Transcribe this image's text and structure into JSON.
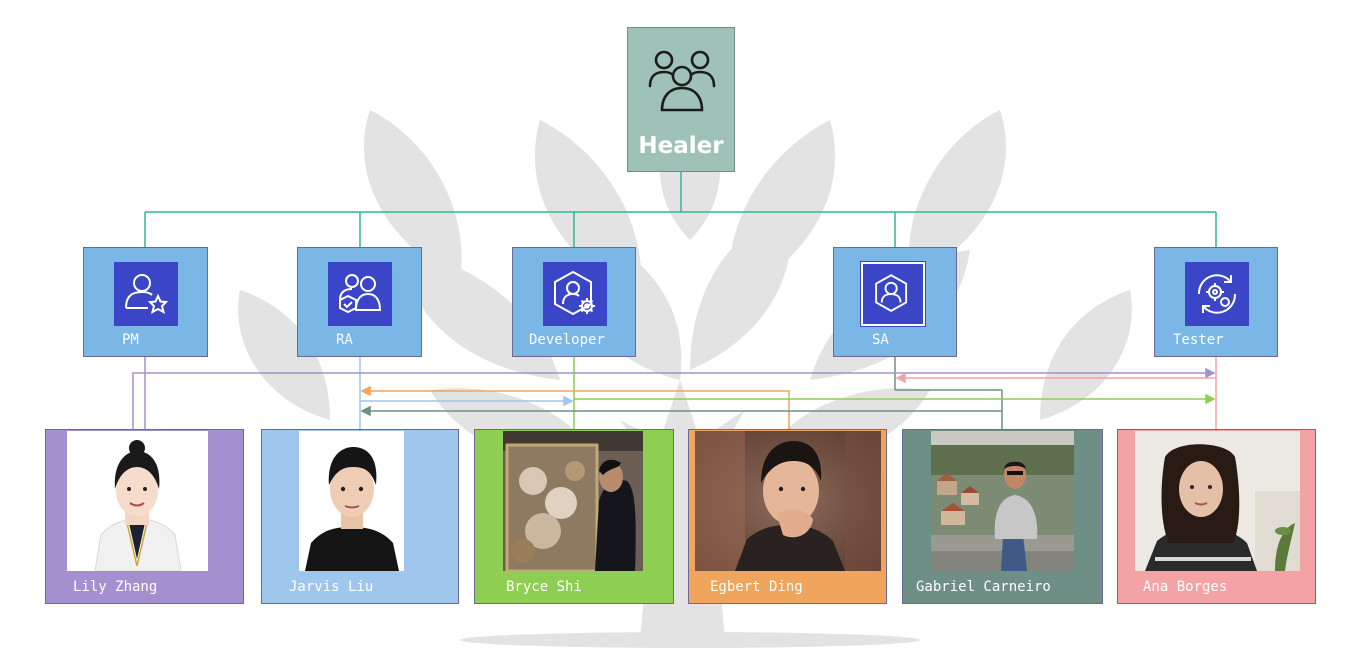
{
  "root": {
    "label": "Healer",
    "icon": "group-icon"
  },
  "roles": [
    {
      "id": "pm",
      "label": "PM",
      "icon": "user-star-icon"
    },
    {
      "id": "ra",
      "label": "RA",
      "icon": "users-check-icon"
    },
    {
      "id": "developer",
      "label": "Developer",
      "icon": "user-gear-hexagon-icon"
    },
    {
      "id": "sa",
      "label": "SA",
      "icon": "user-hexagon-icon"
    },
    {
      "id": "tester",
      "label": "Tester",
      "icon": "gear-cycle-icon"
    }
  ],
  "people": [
    {
      "name": "Lily Zhang",
      "color": "#a68fcf"
    },
    {
      "name": "Jarvis Liu",
      "color": "#9fc6ec"
    },
    {
      "name": "Bryce Shi",
      "color": "#8ece52"
    },
    {
      "name": "Egbert Ding",
      "color": "#f0a55c"
    },
    {
      "name": "Gabriel Carneiro",
      "color": "#6e8f86"
    },
    {
      "name": "Ana Borges",
      "color": "#f3a3a3"
    }
  ],
  "colors": {
    "tree_link": "#2fb79a",
    "role_fill": "#7ab6e6",
    "icon_fill": "#3b45c8",
    "root_fill": "#9fc2b8"
  }
}
